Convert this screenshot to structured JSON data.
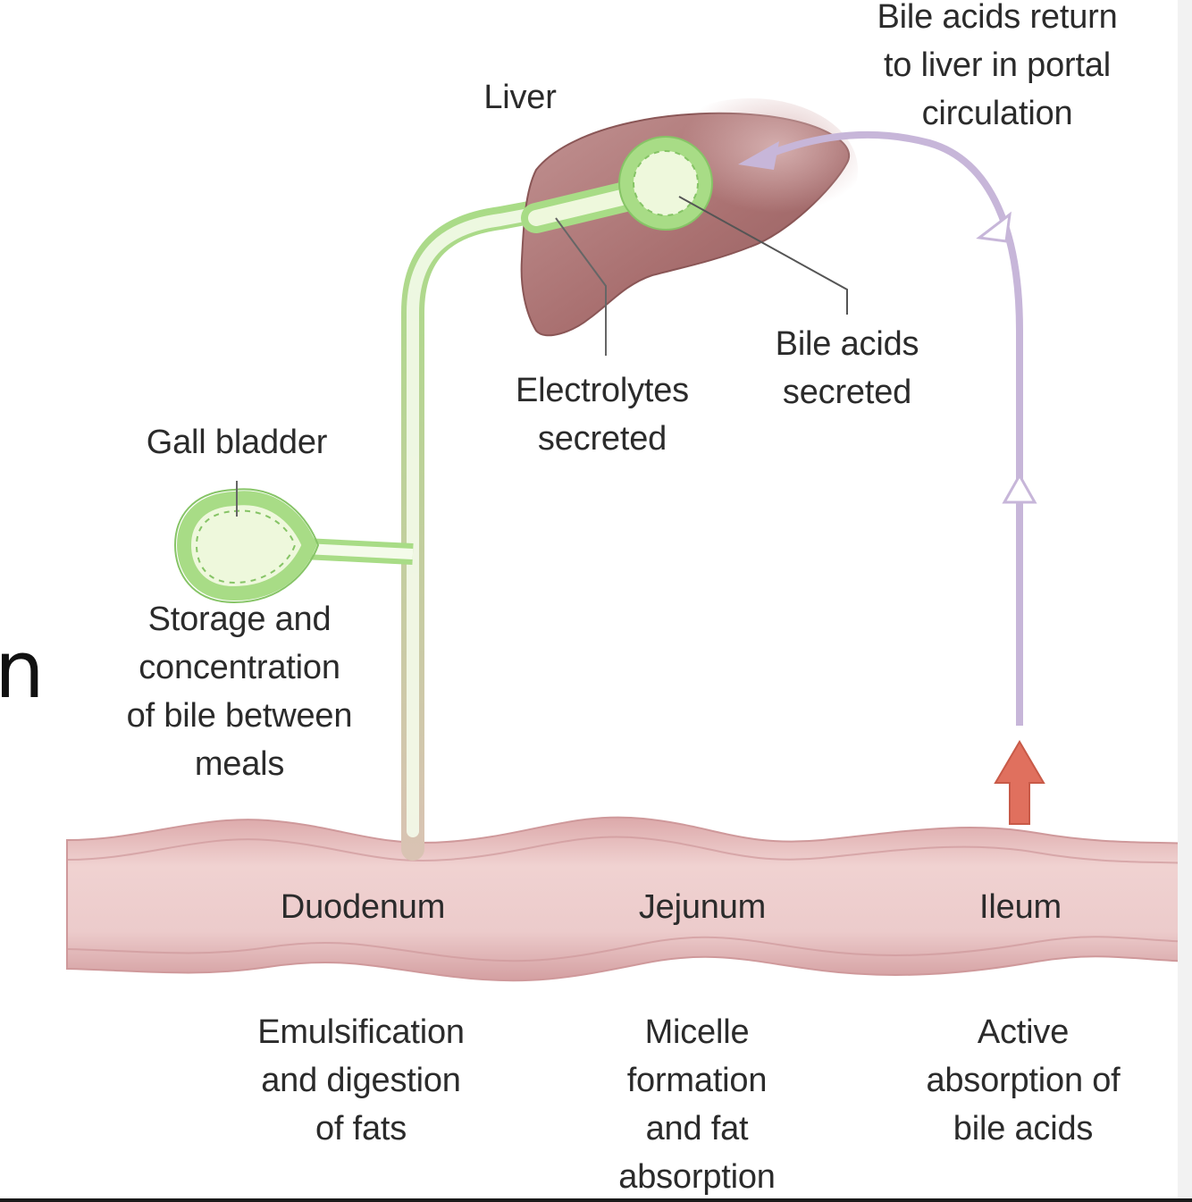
{
  "labels": {
    "bile_return": "Bile acids return\nto liver in portal\ncirculation",
    "liver": "Liver",
    "bile_acids_secreted": "Bile acids\nsecreted",
    "electrolytes_secreted": "Electrolytes\nsecreted",
    "gall_bladder": "Gall bladder",
    "storage": "Storage and\nconcentration\nof bile between\nmeals",
    "duodenum": "Duodenum",
    "jejunum": "Jejunum",
    "ileum": "Ileum",
    "emulsification": "Emulsification\nand digestion\nof fats",
    "micelle": "Micelle\nformation\nand fat\nabsorption",
    "active_absorption": "Active\nabsorption of\nbile acids",
    "edge_fragment": "n"
  },
  "colors": {
    "liver_fill": "#b07c7c",
    "bile_duct": "#a8dc86",
    "bile_duct_light": "#eef8dc",
    "portal_arrow": "#c7b6d9",
    "intestine_fill": "#e8c1c1",
    "intestine_edge": "#d29c9e",
    "absorption_arrow": "#e0705e"
  }
}
